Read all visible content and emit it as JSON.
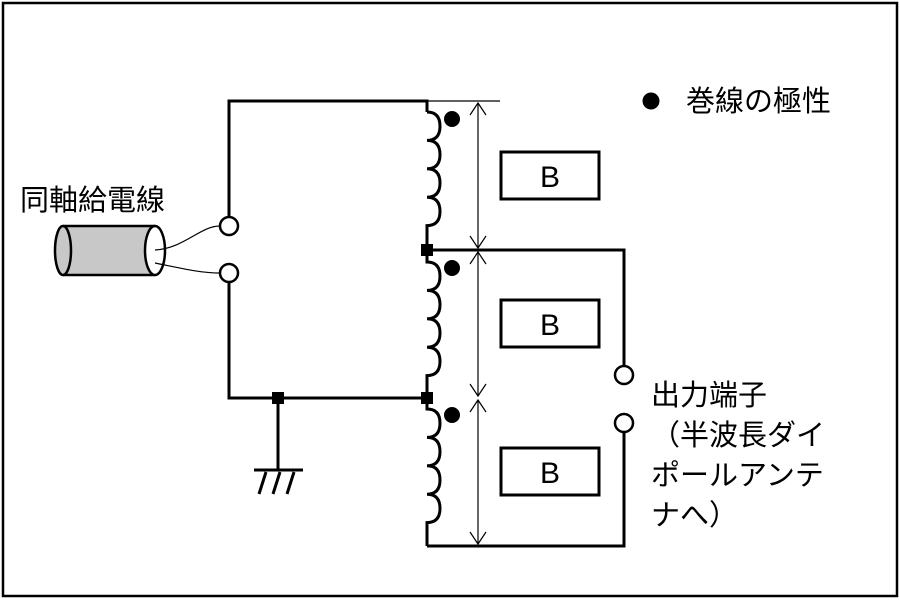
{
  "diagram": {
    "legend_text": "巻線の極性",
    "coax_label": "同軸給電線",
    "output_label_lines": [
      "出力端子",
      "（半波長ダイ",
      "ポールアンテ",
      "ナへ）"
    ],
    "block_labels": [
      "B",
      "B",
      "B"
    ]
  }
}
